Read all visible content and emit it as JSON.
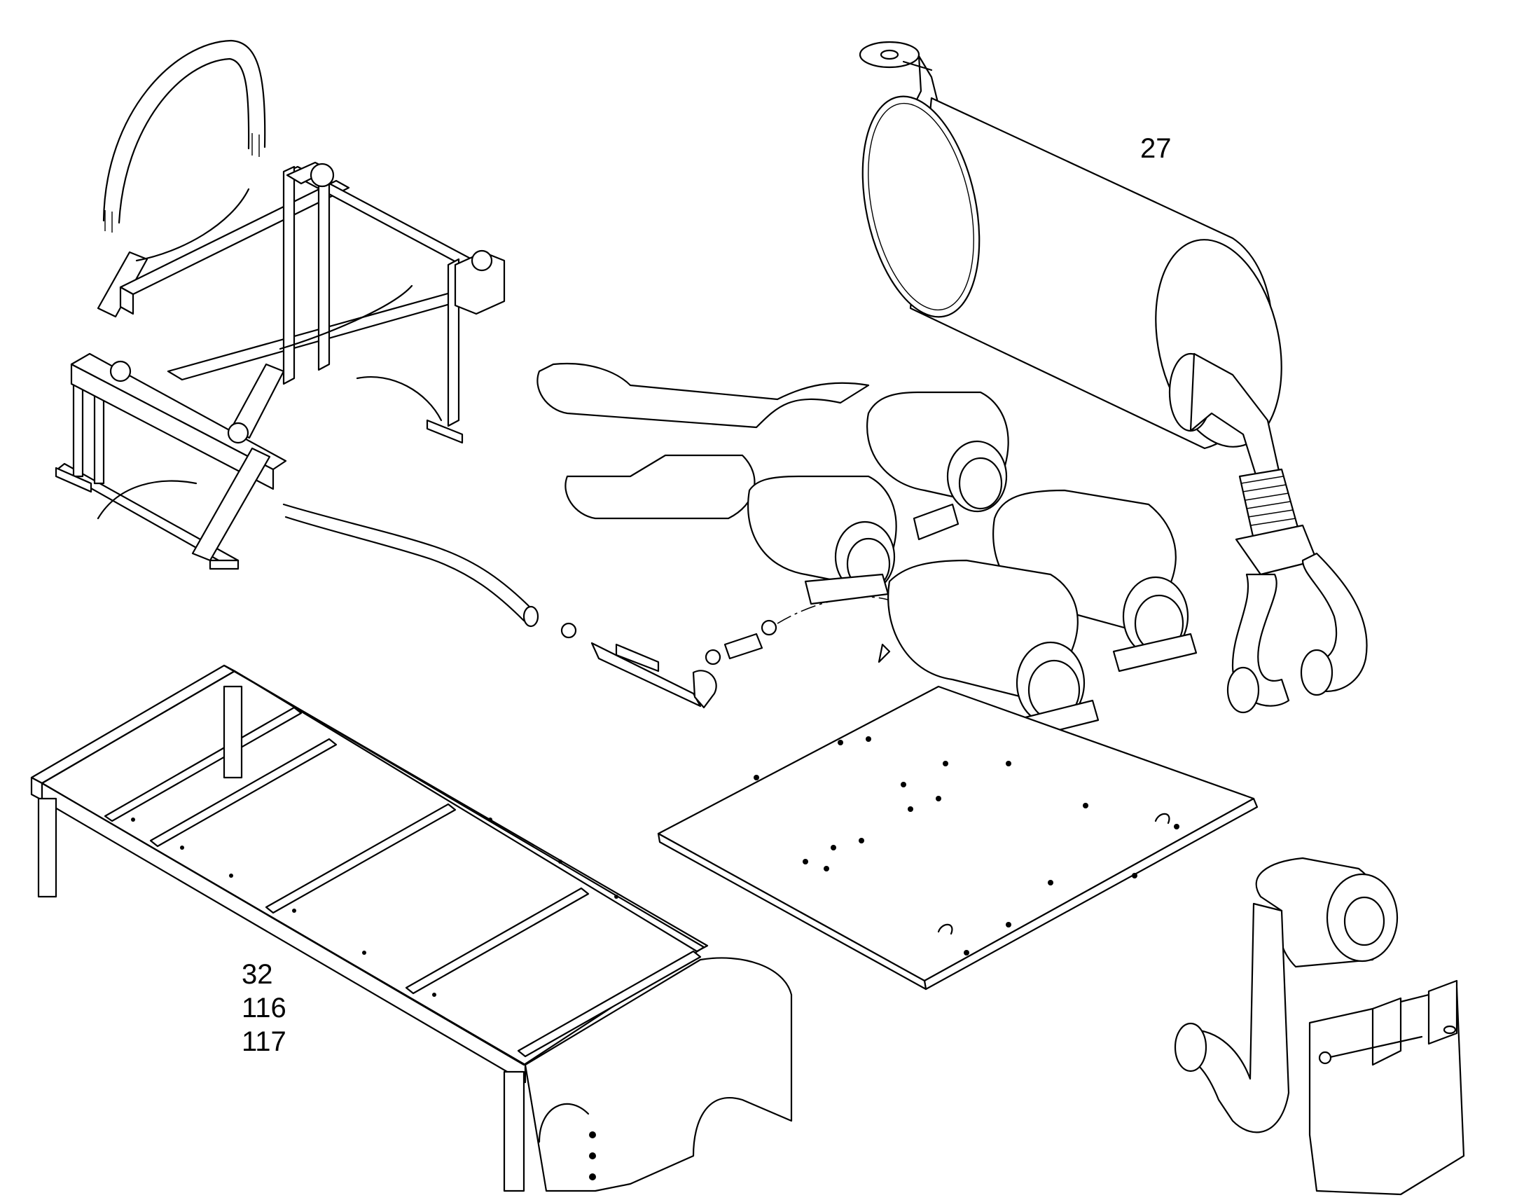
{
  "callouts": {
    "muffler": "27",
    "frame": [
      "32",
      "116",
      "117"
    ]
  },
  "colors": {
    "line": "#000000",
    "background": "#ffffff"
  }
}
